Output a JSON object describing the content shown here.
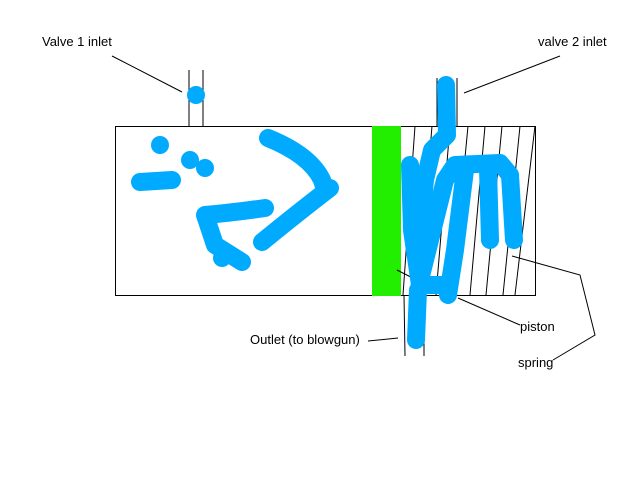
{
  "labels": {
    "valve1": "Valve 1 inlet",
    "valve2": "valve 2 inlet",
    "outlet": "Outlet (to blowgun)",
    "piston": "piston",
    "spring": "spring"
  },
  "colors": {
    "piston": "#22ee00",
    "scribble": "#00aaff",
    "line": "#000000"
  }
}
